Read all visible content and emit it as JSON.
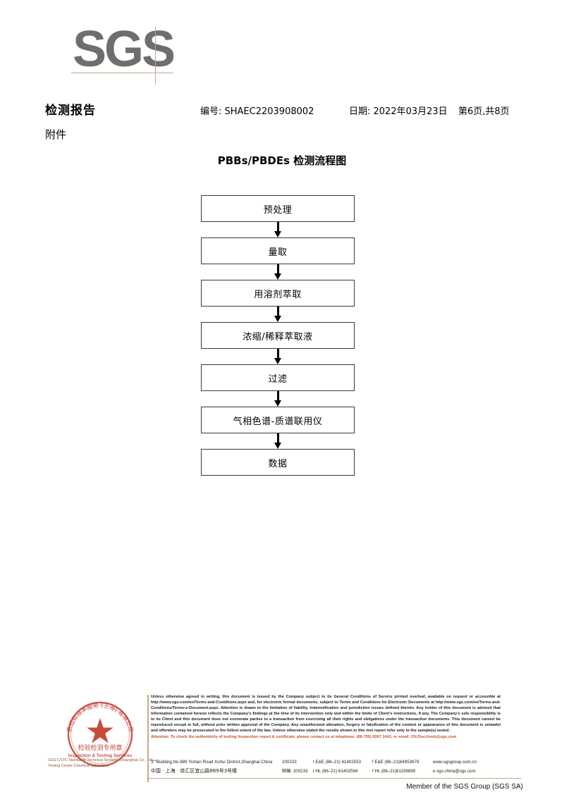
{
  "brand": {
    "logo_text": "SGS",
    "logo_color": "#6e6e6e",
    "accent_color": "#c6a986"
  },
  "header": {
    "title": "检测报告",
    "subtitle": "附件",
    "report_no": "编号: SHAEC2203908002",
    "date": "日期: 2022年03月23日",
    "page": "第6页,共8页"
  },
  "flowchart": {
    "title": "PBBs/PBDEs 检测流程图",
    "nodes": [
      {
        "label": "预处理"
      },
      {
        "label": "量取"
      },
      {
        "label": "用溶剂萃取"
      },
      {
        "label": "浓缩/稀释萃取液"
      },
      {
        "label": "过滤"
      },
      {
        "label": "气相色谱-质谱联用仪"
      },
      {
        "label": "数据"
      }
    ]
  },
  "seal": {
    "top_arc": "质检验技术服务 (上海) 有限公司",
    "bottom_arc": "Inspection & Testing Services",
    "center_line": "检验检测专用章",
    "color": "#c0392b",
    "caption_line1": "SGS-CSTC Standards Technical Services (Shanghai) Co., Ltd.",
    "caption_line2": "Testing Center-Chemical Laboratory"
  },
  "legal": {
    "body": "Unless otherwise agreed in writing, this document is issued by the Company subject to its General Conditions of Service printed overleaf, available on request or accessible at http://www.sgs.com/en/Terms-and-Conditions.aspx and, for electronic format documents, subject to Terms and Conditions for Electronic Documents at http://www.sgs.com/en/Terms-and-Conditions/Terms-e-Document.aspx. Attention is drawn to the limitation of liability, indemnification and jurisdiction issues defined therein. Any holder of this document is advised that information contained hereon reflects the Company's findings at the time of its intervention only and within the limits of Client's instructions, if any. The Company's sole responsibility is to its Client and this document does not exonerate parties to a transaction from exercising all their rights and obligations under the transaction documents. This document cannot be reproduced except in full, without prior written approval of the Company. Any unauthorized alteration, forgery or falsification of the content or appearance of this document is unlawful and offenders may be prosecuted to the fullest extent of the law. Unless otherwise stated the results shown in this test report refer only to the sample(s) tested .",
    "attention": "Attention: To check the authenticity of testing /inspection report & certificate, please contact us at telephone: (86-755) 8307 1443, or email: CN.Doccheck@sgs.com",
    "attention_color": "#c4531e"
  },
  "address": {
    "rows": [
      {
        "address": "3\"\"Building,No.889 Yishan Road Xuhui District,Shanghai China",
        "zip": "200233",
        "tel1": "t E&E (86–21) 61402553",
        "tel2": "f E&E (86–21)64953679",
        "web": "www.sgsgroup.com.cn"
      },
      {
        "address": "中国 · 上海 · 徐汇区宜山路889号3号楼",
        "zip": "邮编: 200233",
        "tel1": "t HL (86–21) 61402594",
        "tel2": "f HL (86–21)61156899",
        "web": "e sgs.china@sgs.com"
      }
    ]
  },
  "footer": {
    "member": "Member of the SGS Group (SGS SA)"
  }
}
